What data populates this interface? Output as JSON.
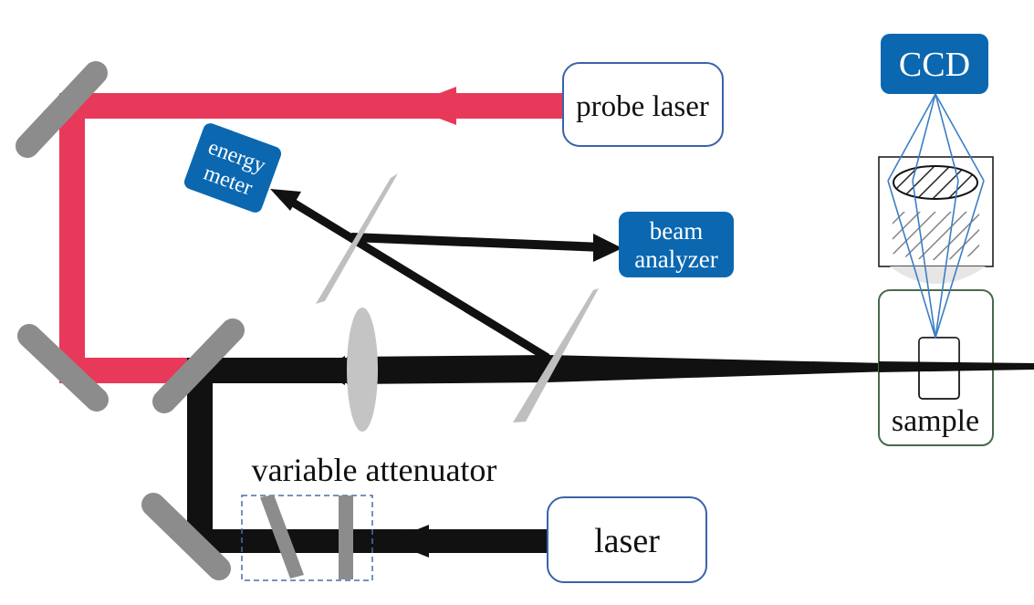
{
  "labels": {
    "probe_laser": "probe laser",
    "energy_meter_line1": "energy",
    "energy_meter_line2": "meter",
    "beam_analyzer_line1": "beam",
    "beam_analyzer_line2": "analyzer",
    "ccd": "CCD",
    "sample": "sample",
    "variable_attenuator": "variable attenuator",
    "laser": "laser"
  },
  "colors": {
    "probe_beam": "#e8395a",
    "pump_beam": "#111111",
    "mirror": "#8c8c8c",
    "optic": "#c4c4c4",
    "instrument_box": "#0a67b0",
    "ccd_rays": "#3a7fc4",
    "laser_box_border": "#3a63a8",
    "sample_box_border": "#4a6a4a",
    "attenuator_dash": "#4a6ea8"
  }
}
